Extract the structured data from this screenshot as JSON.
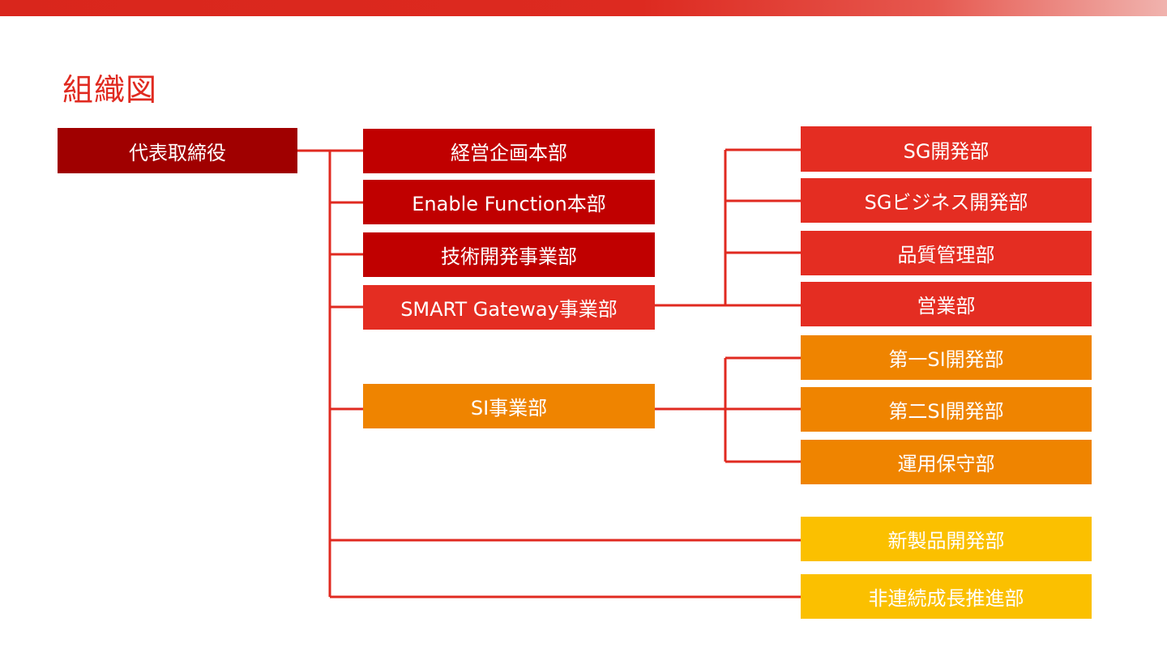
{
  "title": "組織図",
  "colors": {
    "line": "#e02a20",
    "ceo": "#a00000",
    "headquarters": "#c00000",
    "smart_gateway": "#e42d22",
    "si": "#ef8400",
    "new_product": "#fbc000"
  },
  "org": {
    "ceo": "代表取締役",
    "divisions": [
      "経営企画本部",
      "Enable Function本部",
      "技術開発事業部",
      "SMART Gateway事業部",
      "SI事業部"
    ],
    "smart_gateway_departments": [
      "SG開発部",
      "SGビジネス開発部",
      "品質管理部",
      "営業部"
    ],
    "si_departments": [
      "第一SI開発部",
      "第二SI開発部",
      "運用保守部"
    ],
    "direct_departments": [
      "新製品開発部",
      "非連続成長推進部"
    ]
  }
}
